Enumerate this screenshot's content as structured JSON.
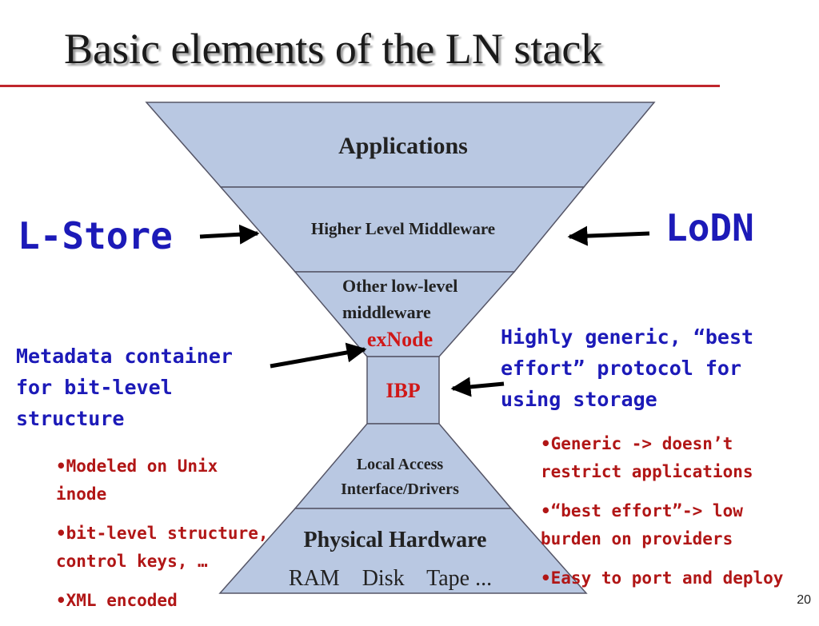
{
  "slide": {
    "title": "Basic elements of the LN stack",
    "page_number": "20"
  },
  "colors": {
    "layer_fill": "#b9c8e2",
    "layer_stroke": "#555566",
    "title_rule": "#c0262c",
    "callout_blue": "#1c1ab8",
    "bullet_red": "#b11616",
    "exnode_red": "#d01818"
  },
  "stack": {
    "applications": "Applications",
    "higher_middleware": "Higher Level Middleware",
    "other_middleware_line1": "Other low-level",
    "other_middleware_line2": "middleware",
    "exnode": "exNode",
    "ibp": "IBP",
    "local_access_line1": "Local Access",
    "local_access_line2": "Interface/Drivers",
    "physical_hardware": "Physical Hardware",
    "hardware_items": "RAM    Disk    Tape ..."
  },
  "callouts": {
    "lstore": "L-Store",
    "lodn": "LoDN",
    "metadata_line1": "Metadata container",
    "metadata_line2": "for bit-level",
    "metadata_line3": "structure",
    "generic_line1": "Highly generic, “best",
    "generic_line2": "effort” protocol for",
    "generic_line3": "using storage"
  },
  "left_bullets": [
    {
      "line1": "•Modeled on Unix",
      "line2": "inode"
    },
    {
      "line1": "•bit-level structure,",
      "line2": "control keys, …"
    },
    {
      "line1": "•XML encoded",
      "line2": ""
    }
  ],
  "right_bullets": [
    {
      "line1": "•Generic -> doesn’t",
      "line2": "restrict applications"
    },
    {
      "line1": "•“best effort”-> low",
      "line2": "burden on providers"
    },
    {
      "line1": "•Easy to port and deploy",
      "line2": ""
    }
  ]
}
